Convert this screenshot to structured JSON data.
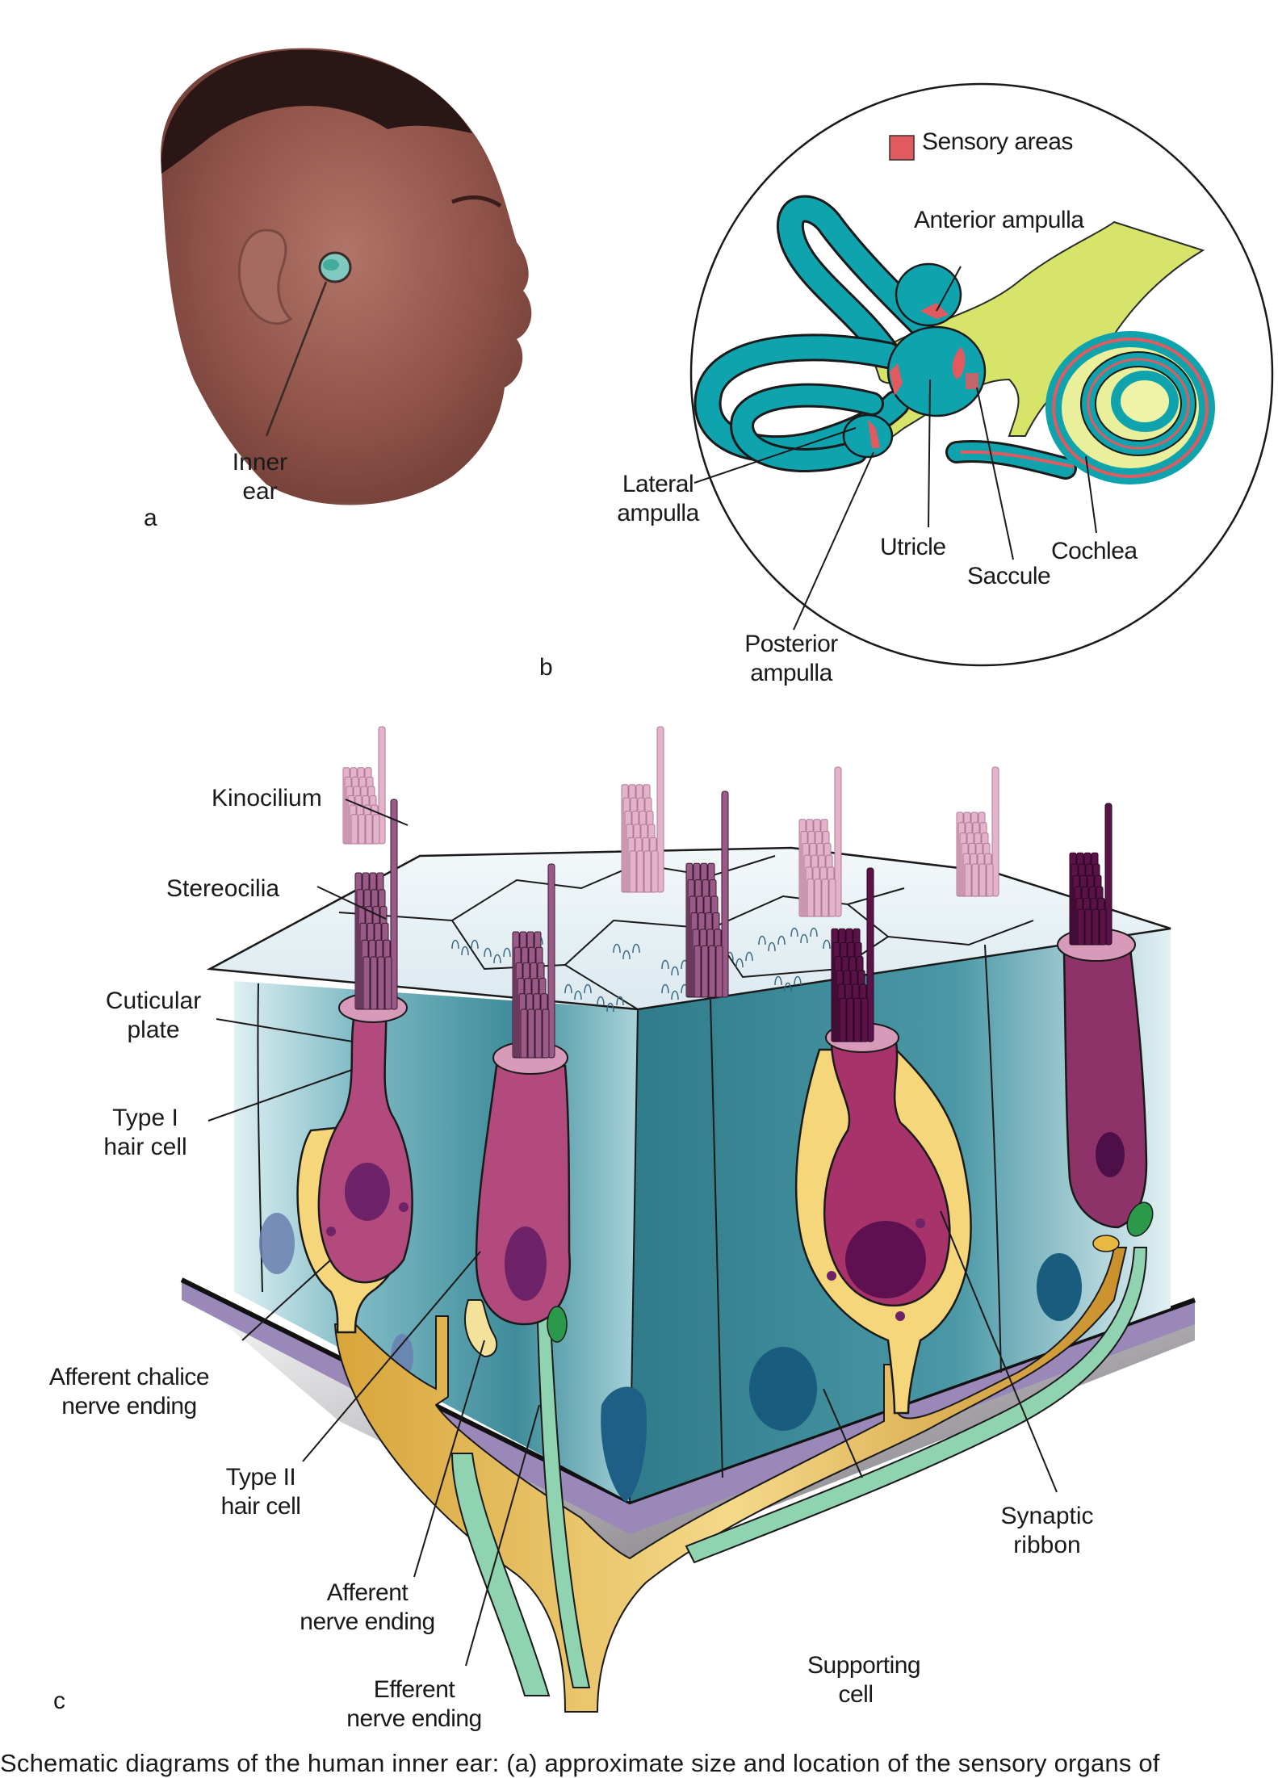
{
  "figure": {
    "caption": "Schematic diagrams of the human inner ear: (a) approximate size and location of the sensory organs of",
    "colors": {
      "labyrinth": "#0fa3ad",
      "nerve_yellow_green": "#d6e46a",
      "sensory_red": "#e05a5f",
      "hair_cell_magenta": "#b24a7e",
      "hair_cell_dark": "#7a2a5e",
      "calyx_yellow": "#f5d67a",
      "supporting_teal": "#4a98a6",
      "efferent_green": "#8fd3b0",
      "basement_purple": "#9a88b8"
    }
  },
  "panel_a": {
    "letter": "a",
    "labels": {
      "inner_ear_line1": "Inner",
      "inner_ear_line2": "ear"
    }
  },
  "panel_b": {
    "letter": "b",
    "legend": {
      "swatch_color": "#e05a5f",
      "label": "Sensory areas"
    },
    "labels": {
      "anterior_ampulla": "Anterior ampulla",
      "lateral_ampulla_line1": "Lateral",
      "lateral_ampulla_line2": "ampulla",
      "posterior_ampulla_line1": "Posterior",
      "posterior_ampulla_line2": "ampulla",
      "utricle": "Utricle",
      "saccule": "Saccule",
      "cochlea": "Cochlea"
    }
  },
  "panel_c": {
    "letter": "c",
    "labels": {
      "kinocilium": "Kinocilium",
      "stereocilia": "Stereocilia",
      "cuticular_plate_line1": "Cuticular",
      "cuticular_plate_line2": "plate",
      "type1_line1": "Type I",
      "type1_line2": "hair cell",
      "chalice_line1": "Afferent chalice",
      "chalice_line2": "nerve ending",
      "type2_line1": "Type II",
      "type2_line2": "hair cell",
      "afferent_line1": "Afferent",
      "afferent_line2": "nerve ending",
      "efferent_line1": "Efferent",
      "efferent_line2": "nerve ending",
      "supporting_line1": "Supporting",
      "supporting_line2": "cell",
      "synaptic_line1": "Synaptic",
      "synaptic_line2": "ribbon"
    }
  }
}
